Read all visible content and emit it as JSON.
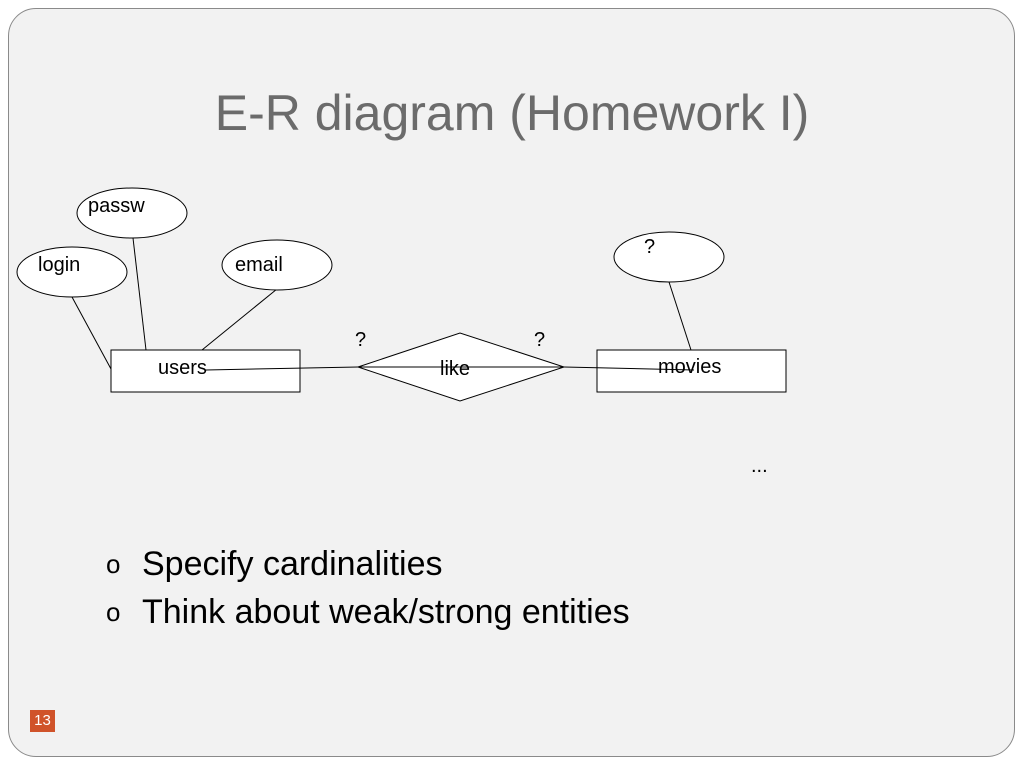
{
  "title": "E-R diagram (Homework I)",
  "diagram": {
    "entities": {
      "users": "users",
      "movies": "movies"
    },
    "relationship": "like",
    "attributes": {
      "passw": "passw",
      "login": "login",
      "email": "email",
      "movie_attr": "?"
    },
    "cardinality_left": "?",
    "cardinality_right": "?",
    "ellipsis": "..."
  },
  "bullets": [
    "Specify cardinalities",
    "Think about weak/strong entities"
  ],
  "bullet_symbol": "o",
  "page_number": "13",
  "colors": {
    "background": "#f2f2f2",
    "title": "#6b6b6b",
    "page_badge": "#d0532a"
  }
}
